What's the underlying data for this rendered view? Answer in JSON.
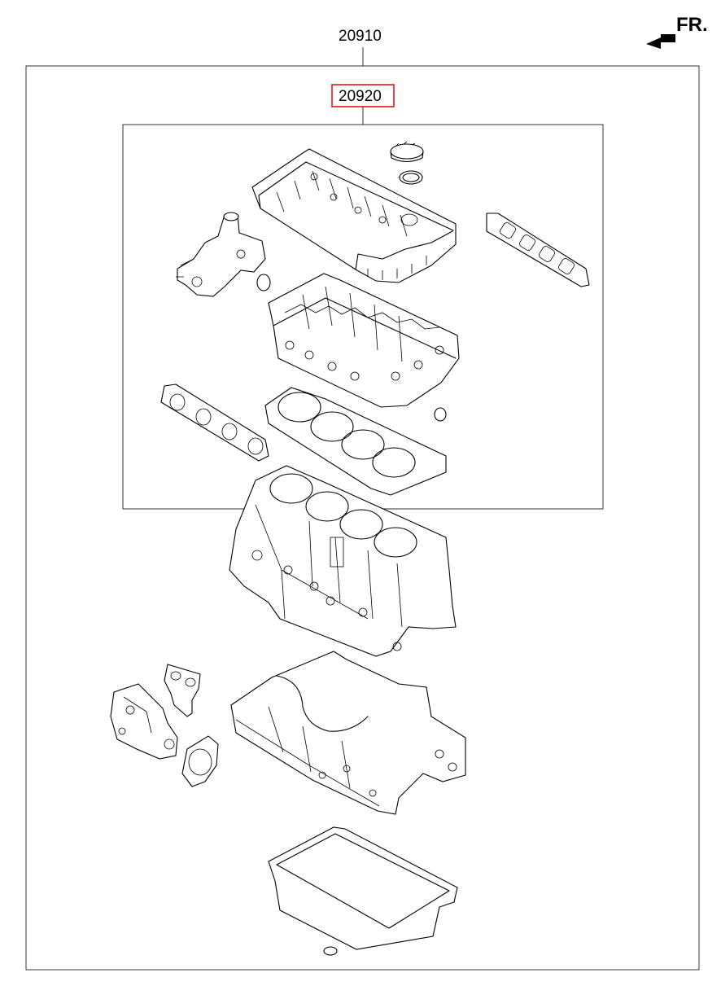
{
  "diagram": {
    "outer_assembly": {
      "part_number": "20910"
    },
    "inner_assembly": {
      "part_number": "20920",
      "highlight_color": "#e8141c"
    },
    "direction_indicator": {
      "label": "FR.",
      "icon": "arrow-forward-icon"
    },
    "line_color": "#000000",
    "background": "#ffffff"
  }
}
